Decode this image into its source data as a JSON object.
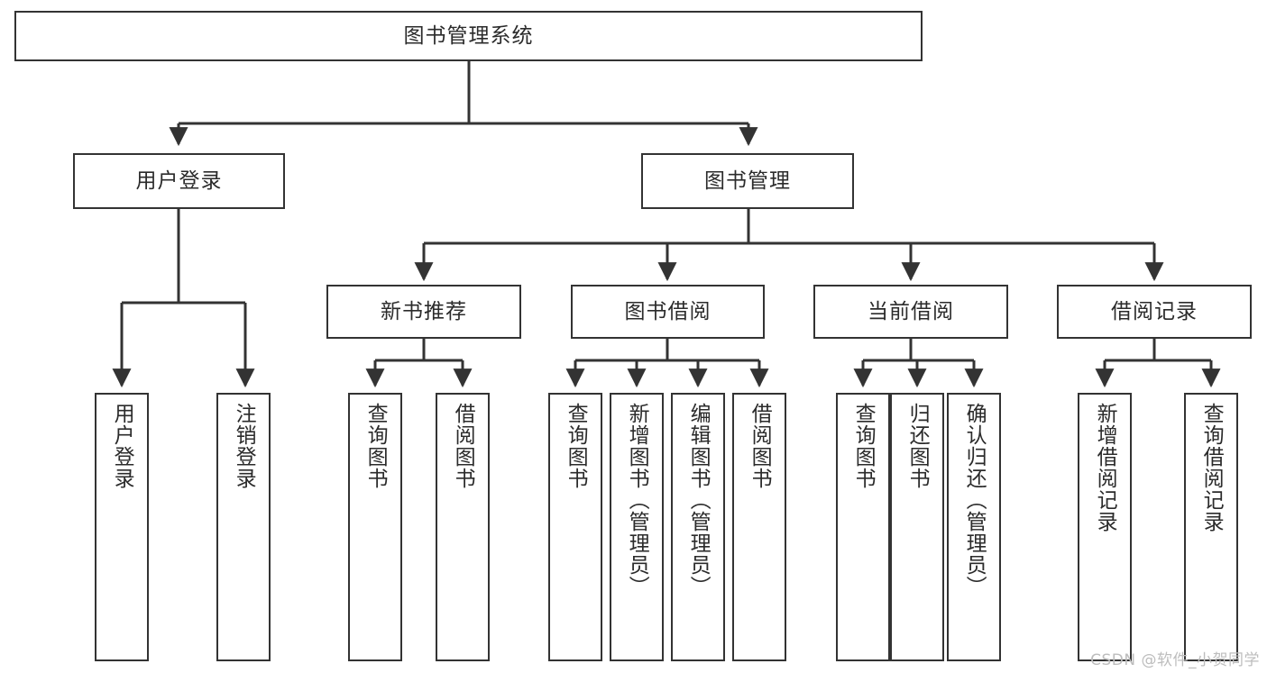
{
  "diagram": {
    "type": "hierarchy-tree",
    "title": "图书管理系统",
    "watermark": "CSDN @软件_小贺同学",
    "root": {
      "label": "图书管理系统"
    },
    "level2": [
      {
        "label": "用户登录"
      },
      {
        "label": "图书管理"
      }
    ],
    "level3": [
      {
        "label": "新书推荐"
      },
      {
        "label": "图书借阅"
      },
      {
        "label": "当前借阅"
      },
      {
        "label": "借阅记录"
      }
    ],
    "leaves": [
      {
        "label": "用户登录",
        "parent": "用户登录"
      },
      {
        "label": "注销登录",
        "parent": "用户登录"
      },
      {
        "label": "查询图书",
        "parent": "新书推荐"
      },
      {
        "label": "借阅图书",
        "parent": "新书推荐"
      },
      {
        "label": "查询图书",
        "parent": "图书借阅"
      },
      {
        "label": "新增图书（管理员）",
        "parent": "图书借阅"
      },
      {
        "label": "编辑图书（管理员）",
        "parent": "图书借阅"
      },
      {
        "label": "借阅图书",
        "parent": "图书借阅"
      },
      {
        "label": "查询图书",
        "parent": "当前借阅"
      },
      {
        "label": "归还图书",
        "parent": "当前借阅"
      },
      {
        "label": "确认归还（管理员）",
        "parent": "当前借阅"
      },
      {
        "label": "新增借阅记录",
        "parent": "借阅记录"
      },
      {
        "label": "查询借阅记录",
        "parent": "借阅记录"
      }
    ],
    "colors": {
      "stroke": "#333333",
      "fill": "#ffffff",
      "text": "#2b2b2b",
      "watermark": "#bdbdbd"
    }
  }
}
